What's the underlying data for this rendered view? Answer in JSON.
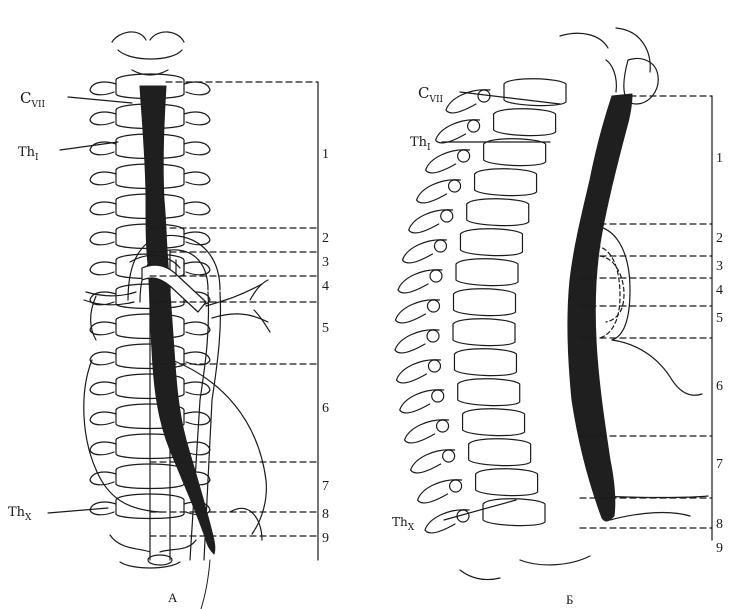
{
  "colors": {
    "ink": "#1a1a1a",
    "background": "#ffffff",
    "esophagus": "#1f1f1f"
  },
  "panel_a": {
    "caption": "А",
    "labels": {
      "cvii_main": "C",
      "cvii_sub": "VII",
      "th1_main": "Th",
      "th1_sub": "I",
      "thx_main": "Th",
      "thx_sub": "X"
    },
    "segments": [
      "1",
      "2",
      "3",
      "4",
      "5",
      "6",
      "7",
      "8",
      "9"
    ]
  },
  "panel_b": {
    "caption": "Б",
    "labels": {
      "cvii_main": "C",
      "cvii_sub": "VII",
      "th1_main": "Th",
      "th1_sub": "I",
      "thx_main": "Th",
      "thx_sub": "X"
    },
    "segments": [
      "1",
      "2",
      "3",
      "4",
      "5",
      "6",
      "7",
      "8",
      "9"
    ]
  }
}
